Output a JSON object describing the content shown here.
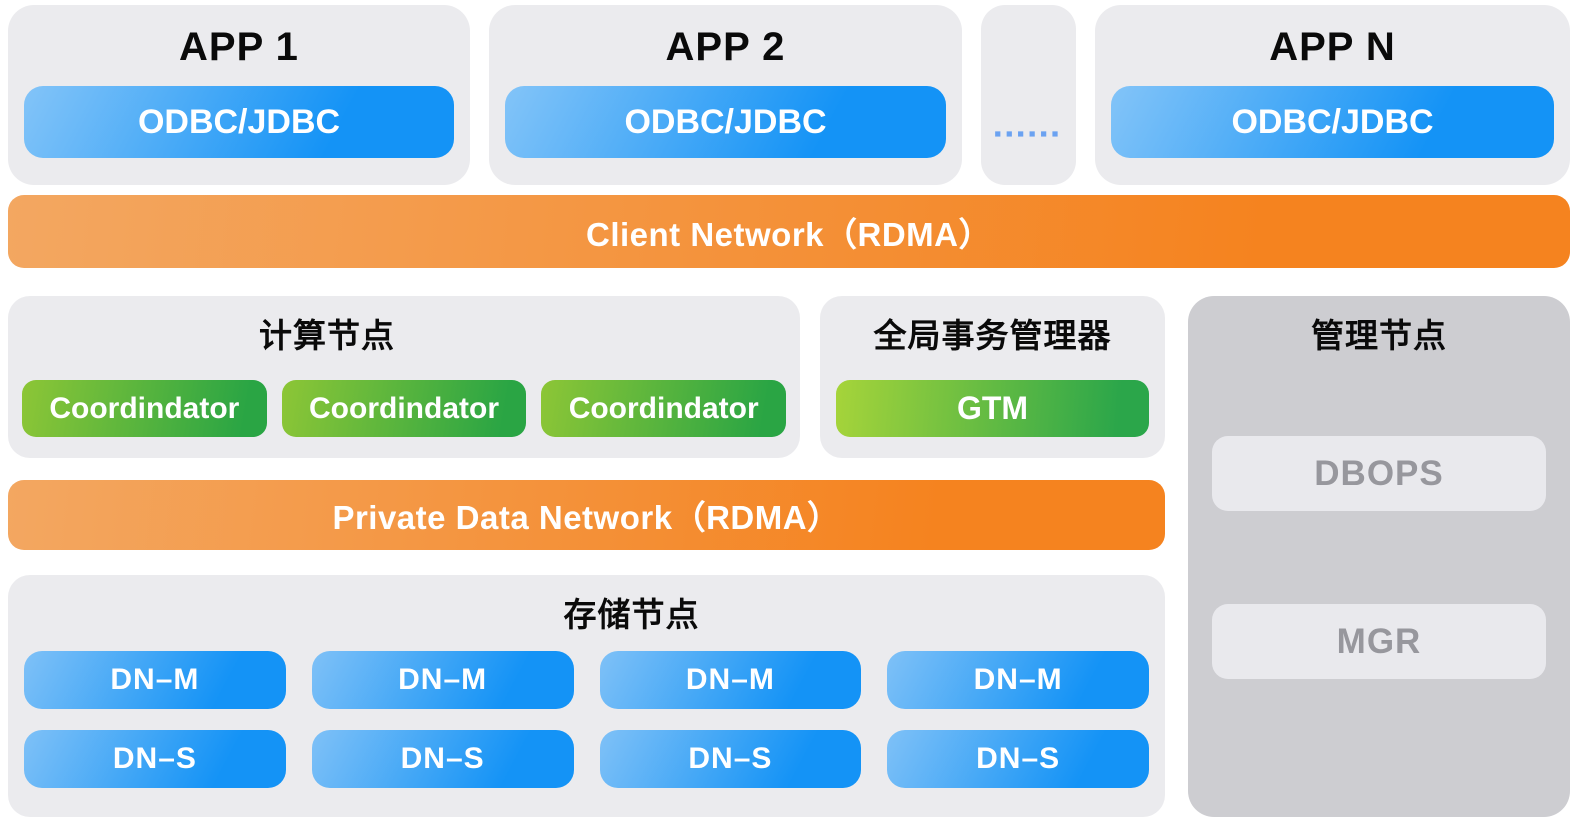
{
  "apps": [
    {
      "title": "APP 1",
      "connector": "ODBC/JDBC"
    },
    {
      "title": "APP 2",
      "connector": "ODBC/JDBC"
    },
    {
      "title": "APP N",
      "connector": "ODBC/JDBC"
    }
  ],
  "ellipsis": "▪▪▪▪▪▪",
  "client_network": {
    "label": "Client Network（RDMA）"
  },
  "compute": {
    "title": "计算节点",
    "nodes": [
      "Coordindator",
      "Coordindator",
      "Coordindator"
    ]
  },
  "gtm": {
    "title": "全局事务管理器",
    "node": "GTM"
  },
  "management": {
    "title": "管理节点",
    "buttons": [
      "DBOPS",
      "MGR"
    ]
  },
  "private_network": {
    "label": "Private Data Network（RDMA）"
  },
  "storage": {
    "title": "存储节点",
    "masters": [
      "DN–M",
      "DN–M",
      "DN–M",
      "DN–M"
    ],
    "standbys": [
      "DN–S",
      "DN–S",
      "DN–S",
      "DN–S"
    ]
  },
  "colors": {
    "panel_bg": "#ebebee",
    "management_bg": "#cdcdd1",
    "management_button_bg": "#e9e9ed",
    "management_button_text": "#97979d",
    "blue_gradient_from": "#83c4f8",
    "blue_gradient_to": "#1493f6",
    "green_gradient_from": "#8dc636",
    "green_gradient_to": "#2aa544",
    "gtm_gradient_from": "#a6d43a",
    "gtm_gradient_to": "#2ba64a",
    "orange_gradient_from": "#f3a761",
    "orange_gradient_to": "#f5831f",
    "ellipsis_dots": "#6ba2f1"
  }
}
